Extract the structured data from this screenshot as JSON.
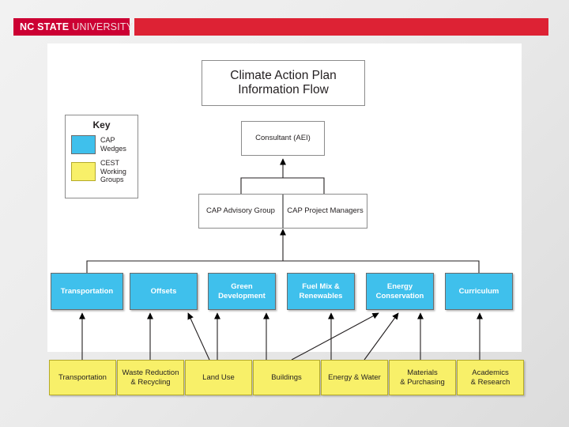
{
  "header": {
    "brand_bold": "NC STATE",
    "brand_light": "UNIVERSITY",
    "brand_color": "#cc0033",
    "bar_color": "#dd2234"
  },
  "diagram": {
    "title": "Climate Action Plan\nInformation Flow",
    "title_line1": "Climate Action Plan",
    "title_line2": "Information Flow",
    "consultant": "Consultant (AEI)",
    "mid_left": "CAP Advisory Group",
    "mid_right": "CAP Project Managers"
  },
  "key": {
    "title": "Key",
    "items": [
      {
        "label": "CAP\nWedges",
        "label_line1": "CAP",
        "label_line2": "Wedges",
        "color": "#3fc0ec"
      },
      {
        "label": "CEST\nWorking\nGroups",
        "label_line1": "CEST",
        "label_line2": "Working",
        "label_line3": "Groups",
        "color": "#f8f069"
      }
    ]
  },
  "wedges": [
    {
      "label": "Transportation"
    },
    {
      "label": "Offsets"
    },
    {
      "label": "Green\nDevelopment",
      "line1": "Green",
      "line2": "Development"
    },
    {
      "label": "Fuel Mix &\nRenewables",
      "line1": "Fuel Mix &",
      "line2": "Renewables"
    },
    {
      "label": "Energy\nConservation",
      "line1": "Energy",
      "line2": "Conservation"
    },
    {
      "label": "Curriculum"
    }
  ],
  "working_groups": [
    {
      "label": "Transportation"
    },
    {
      "label": "Waste Reduction\n& Recycling",
      "line1": "Waste Reduction",
      "line2": "& Recycling"
    },
    {
      "label": "Land Use"
    },
    {
      "label": "Buildings"
    },
    {
      "label": "Energy & Water"
    },
    {
      "label": "Materials\n& Purchasing",
      "line1": "Materials",
      "line2": "& Purchasing"
    },
    {
      "label": "Academics\n& Research",
      "line1": "Academics",
      "line2": "& Research"
    }
  ]
}
